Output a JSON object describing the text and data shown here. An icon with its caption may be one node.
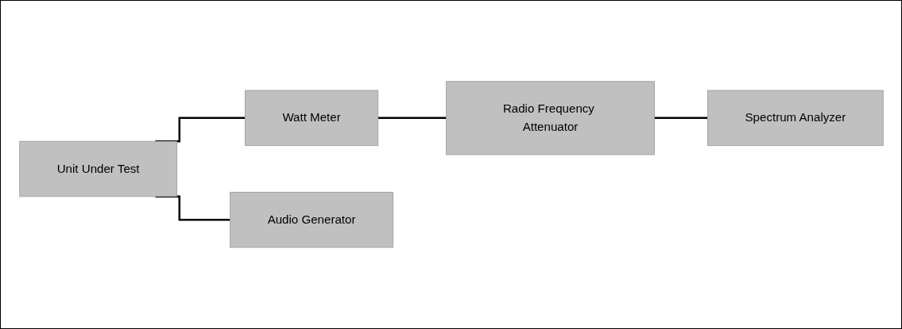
{
  "diagram": {
    "nodes": [
      {
        "text": [
          "Unit Under Test"
        ]
      },
      {
        "text": [
          "Watt Meter"
        ]
      },
      {
        "text": [
          "Radio Frequency Attenuator"
        ]
      },
      {
        "text": [
          "Spectrum Analyzer"
        ]
      },
      {
        "text": [
          "Audio Generator"
        ]
      }
    ],
    "edges": [
      {
        "from": 0,
        "to": 1,
        "arrow": "none"
      },
      {
        "from": 1,
        "to": 2,
        "arrow": "none"
      },
      {
        "from": 2,
        "to": 3,
        "arrow": "none"
      },
      {
        "from": 0,
        "to": 4,
        "arrow": "none"
      }
    ]
  }
}
